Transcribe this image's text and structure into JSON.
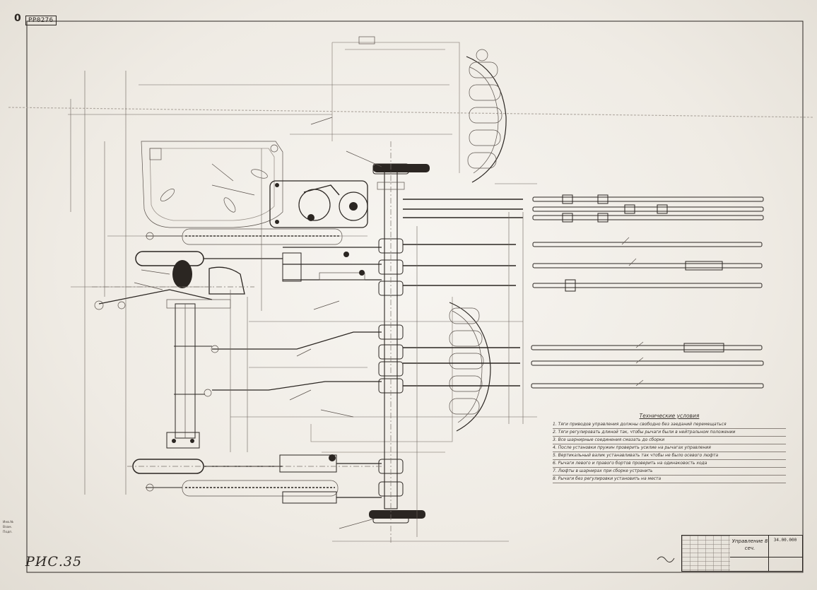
{
  "sheet": {
    "corner_mark": "0",
    "sheet_id": "PP0276",
    "figure_label": "РИС.35"
  },
  "notes": {
    "title": "Технические условия",
    "items": [
      "1. Тяги приводов управления должны свободно без заеданий перемещаться",
      "2. Тяги регулировать длиной так, чтобы рычаги были в нейтральном положении",
      "3. Все шарнирные соединения смазать до сборки",
      "4. После установки пружин проверить усилие на рычагах управления",
      "5. Вертикальный валик устанавливать так чтобы не было осевого люфта",
      "6. Рычаги левого и правого бортов проверить на одинаковость хода",
      "7. Люфты в шарнирах при сборке устранить",
      "8. Рычаги без регулировки установить на места"
    ]
  },
  "title_block": {
    "name": "Управление 8 сеч.",
    "code": "34.00.000"
  },
  "margin_text": [
    "Инв.№",
    "Взам.",
    "Подп."
  ]
}
